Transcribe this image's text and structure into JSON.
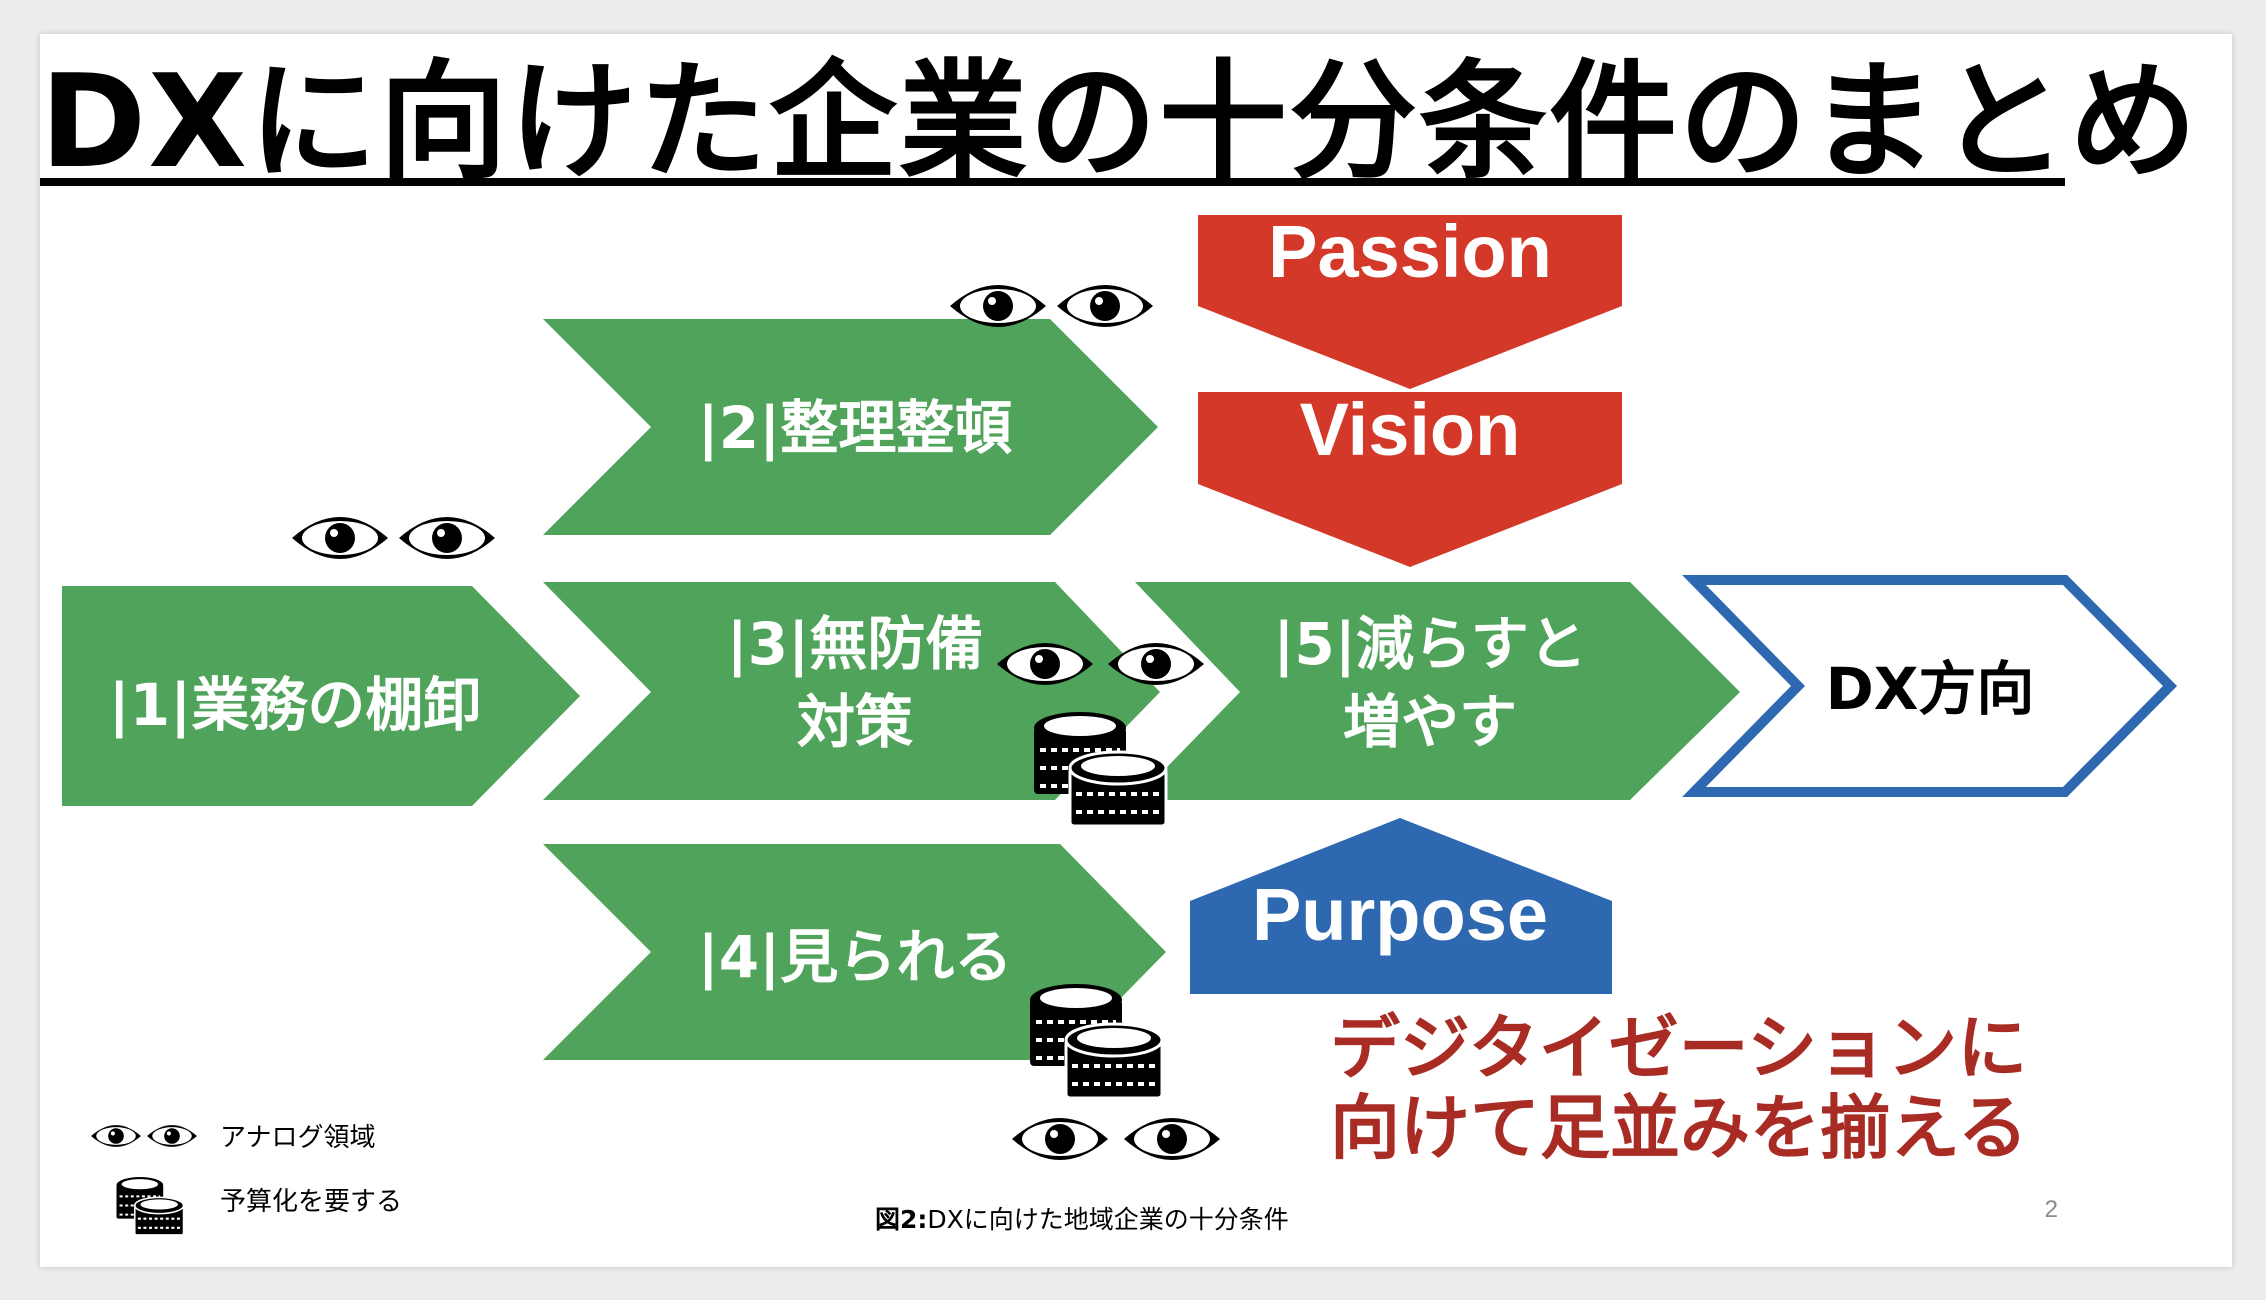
{
  "title": "DXに向けた企業の十分条件のまとめ",
  "steps": [
    {
      "label": "|1|業務の棚卸"
    },
    {
      "label": "|2|整理整頓"
    },
    {
      "line1": "|3|無防備",
      "line2": "対策"
    },
    {
      "label": "|4|見られる"
    },
    {
      "line1": "|5|減らすと",
      "line2": "増やす"
    }
  ],
  "target": {
    "label": "DX方向"
  },
  "drivers": {
    "passion": "Passion",
    "vision": "Vision",
    "purpose": "Purpose"
  },
  "message": {
    "line1": "デジタイゼーションに",
    "line2": "向けて足並みを揃える"
  },
  "legend": {
    "eyes_label": "アナログ領域",
    "coins_label": "予算化を要する"
  },
  "caption": {
    "bold": "図2:",
    "text": "DXに向けた地域企業の十分条件"
  },
  "page_number": "2",
  "colors": {
    "green": "#4fa35a",
    "red": "#d33829",
    "blue": "#2d68b0",
    "dark_red": "#a82b24",
    "text": "#000000"
  }
}
